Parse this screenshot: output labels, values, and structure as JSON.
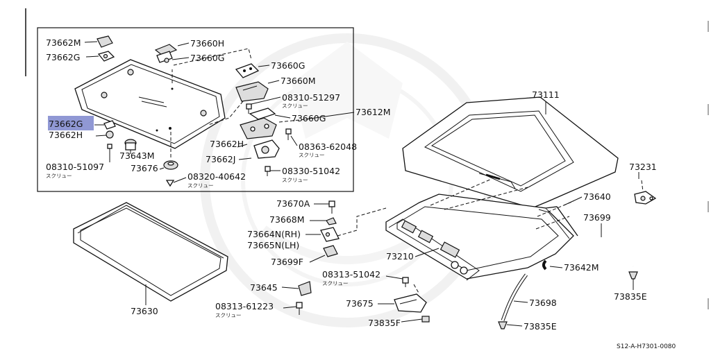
{
  "colors": {
    "highlight": "#7d86cc",
    "ink": "#111111",
    "watermark": "#e6e6e6"
  },
  "labels": {
    "p73662M": "73662M",
    "p73662G_top": "73662G",
    "p73660H": "73660H",
    "p73660G_a": "73660G",
    "p73660G_b": "73660G",
    "p73660M": "73660M",
    "p08310": "08310-51297",
    "p73660G_c": "73660G",
    "p73612M": "73612M",
    "p73662G_sel": "73662G",
    "p73662H_left": "73662H",
    "p73662H_mid": "73662H",
    "p08363": "08363-62048",
    "p73662J": "73662J",
    "p73643M": "73643M",
    "p73676": "73676",
    "p08310C": "08310-51097",
    "p08320": "08320-40642",
    "p08330": "08330-51042",
    "p73111": "73111",
    "p73231": "73231",
    "p73640": "73640",
    "p73670A": "73670A",
    "p73668M": "73668M",
    "p73664N": "73664N(RH)",
    "p73665N": "73665N(LH)",
    "p73699F": "73699F",
    "p73699": "73699",
    "p73210": "73210",
    "p73642M": "73642M",
    "p08313a": "08313-51042",
    "p73645": "73645",
    "p08313b": "08313-61223",
    "p73675": "73675",
    "p73698": "73698",
    "p73835E_r": "73835E",
    "p73835E_b": "73835E",
    "p73835F": "73835F",
    "p73630": "73630",
    "screw": "スクリュー",
    "ref": "S12-A-H7301-0080"
  }
}
